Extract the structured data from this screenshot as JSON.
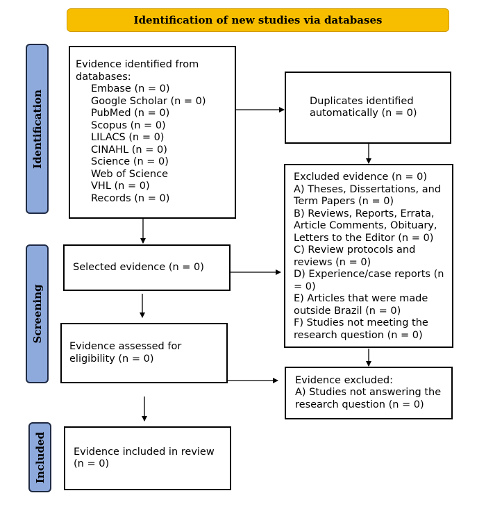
{
  "header": {
    "title": "Identification of new studies via databases"
  },
  "phases": {
    "identification": "Identification",
    "screening": "Screening",
    "included": "Included"
  },
  "identified": {
    "heading": "Evidence identified from databases:",
    "sources": [
      "Embase (n = 0)",
      "Google Scholar (n = 0)",
      "PubMed (n = 0)",
      "Scopus (n = 0)",
      "LILACS (n = 0)",
      "CINAHL (n = 0)",
      "Science (n = 0)",
      "Web of Science",
      "VHL (n = 0)",
      "Records (n = 0)"
    ]
  },
  "duplicates": {
    "text": "Duplicates identified automatically (n = 0)"
  },
  "excluded_evidence": {
    "lines": [
      "Excluded evidence (n = 0)",
      "A) Theses, Dissertations, and Term Papers (n = 0)",
      "B) Reviews, Reports, Errata, Article Comments, Obituary, Letters to the Editor (n = 0)",
      "C) Review protocols and reviews (n = 0)",
      "D) Experience/case reports (n = 0)",
      "E) Articles that were made outside Brazil (n = 0)",
      "F) Studies not meeting the research question (n = 0)"
    ]
  },
  "selected": {
    "text": "Selected evidence (n = 0)"
  },
  "assessed": {
    "text": "Evidence assessed for eligibility (n = 0)"
  },
  "excluded_final": {
    "lines": [
      "Evidence excluded:",
      "A) Studies not answering the research question (n = 0)"
    ]
  },
  "included": {
    "text": "Evidence included in review (n = 0)"
  }
}
